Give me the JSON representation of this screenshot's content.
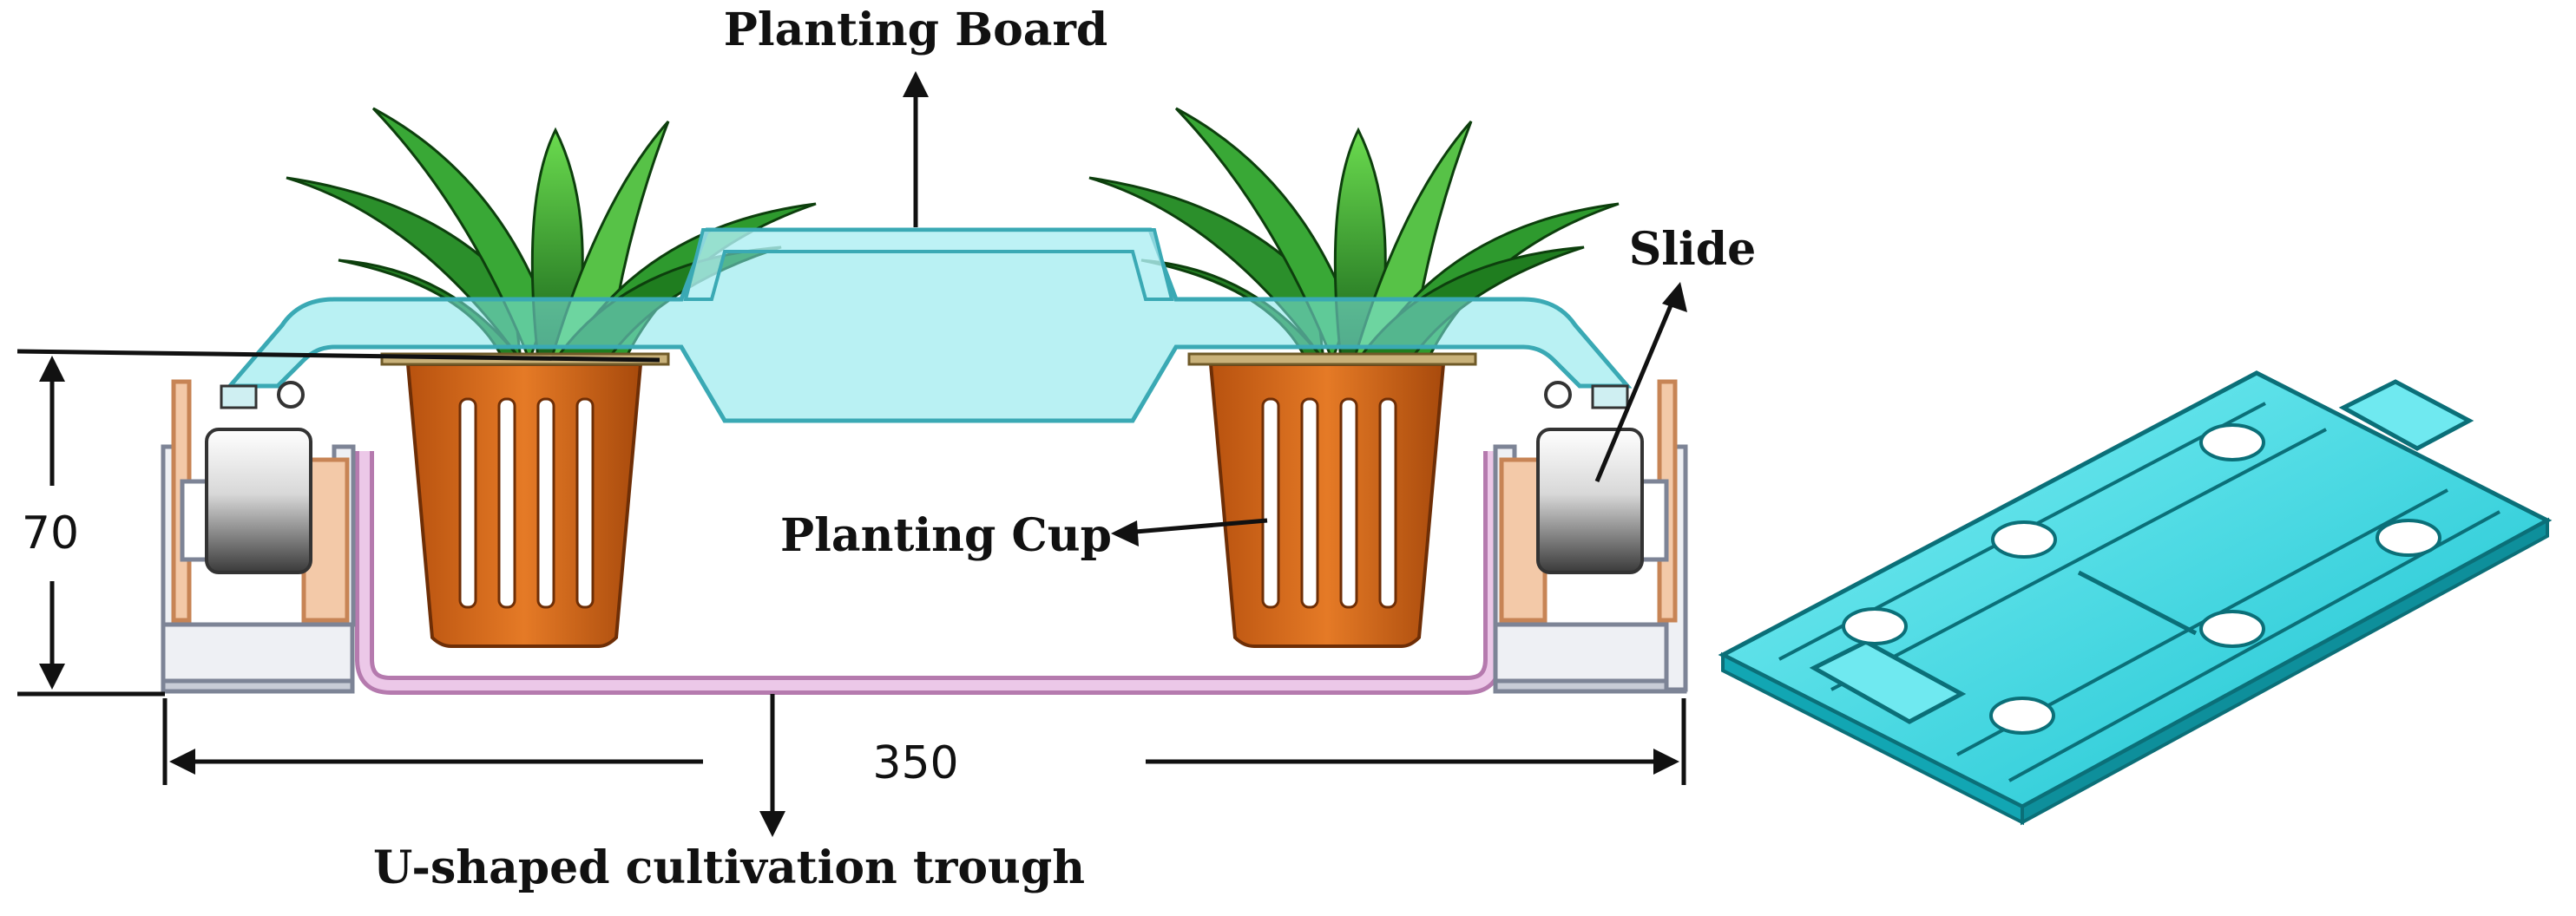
{
  "labels": {
    "planting_board": "Planting Board",
    "slide": "Slide",
    "planting_cup": "Planting Cup",
    "trough": "U-shaped cultivation trough"
  },
  "dimensions": {
    "height": "70",
    "width": "350"
  },
  "colors": {
    "board": "#7fe6ea",
    "board_stroke": "#3aa9b4",
    "leaf_dark": "#1f7d1f",
    "leaf_light": "#4fc24f",
    "cup": "#d4661a",
    "cup_dark": "#8f3d0a",
    "trough": "#d9a3d3",
    "rail": "#c8ccd6",
    "slide_fill": "#9a9a9a",
    "board3d": "#22d2df"
  },
  "icons": [
    "planting-board-3d-view",
    "plant-left",
    "plant-right",
    "slide-wheel-left",
    "slide-wheel-right"
  ]
}
